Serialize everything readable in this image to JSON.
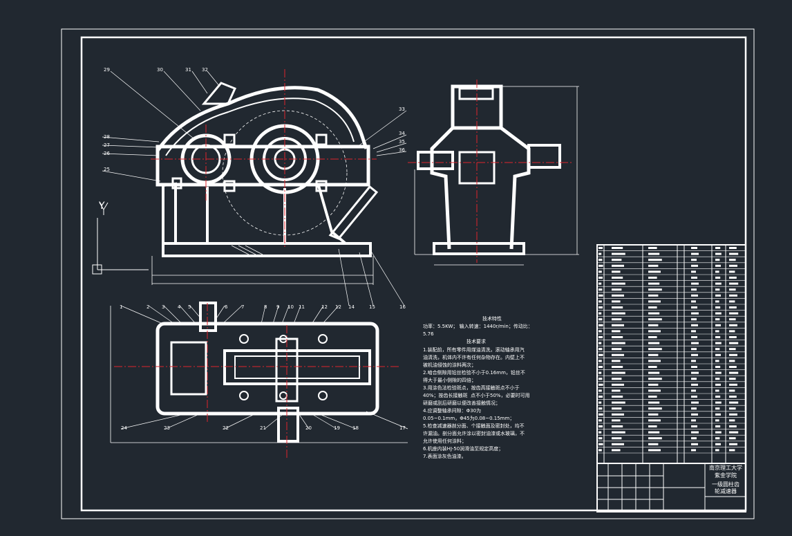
{
  "tech_characteristics": {
    "title": "技术特性",
    "line1": "功率：5.5KW； 输入转速：1440r/min；传动比：",
    "line2": "5.76"
  },
  "tech_requirements": {
    "title": "技术要求",
    "items": [
      "1.装配前，所有零件用煤油清洗，滚动轴承用汽",
      "油清洗，机体内不许有任何杂物存在。内壁上不",
      "被机油侵蚀的涂料两次；",
      "2.啮合侧隙用铅丝检验不小于0.16mm，铅丝不",
      "得大于最小侧隙的四倍；",
      "3.用涂色法检验斑点，按齿高接触斑点不小于",
      "40%；按齿长接触斑  点不小于50%，必要时可用",
      "研磨或刮后研磨以便改善接触情况；",
      "4.应调整轴承间隙：Φ30为",
      "0.05~0.1mm，Φ45为0.08~0.15mm；",
      "5.检查减速器剖分面、个接触面及密封处，均不",
      "许漏油。剖分面允许涂以密封油漆或水玻璃，不",
      "允许使用任何涂料；",
      "6.机座内装HJ-50润滑油至规定高度；",
      "7.表面涂灰色油漆。"
    ]
  },
  "title_block": {
    "school": "南京理工大学",
    "school2": "紫金学院",
    "drawing_name": "一级圆柱齿",
    "drawing_name2": "轮减速器"
  },
  "ucs": {
    "y_label": "Y"
  },
  "part_labels": {
    "front_view": [
      "29",
      "30",
      "31",
      "32",
      "28",
      "27",
      "26",
      "25",
      "33",
      "34",
      "35",
      "36",
      "14",
      "15",
      "16"
    ],
    "top_view": [
      "1",
      "2",
      "3",
      "4",
      "5",
      "6",
      "7",
      "8",
      "9",
      "10",
      "11",
      "12",
      "12",
      "24",
      "23",
      "22",
      "21",
      "20",
      "19",
      "18",
      "17"
    ]
  },
  "colors": {
    "background": "#212830",
    "line": "#ffffff",
    "center_line": "#e0242c"
  }
}
